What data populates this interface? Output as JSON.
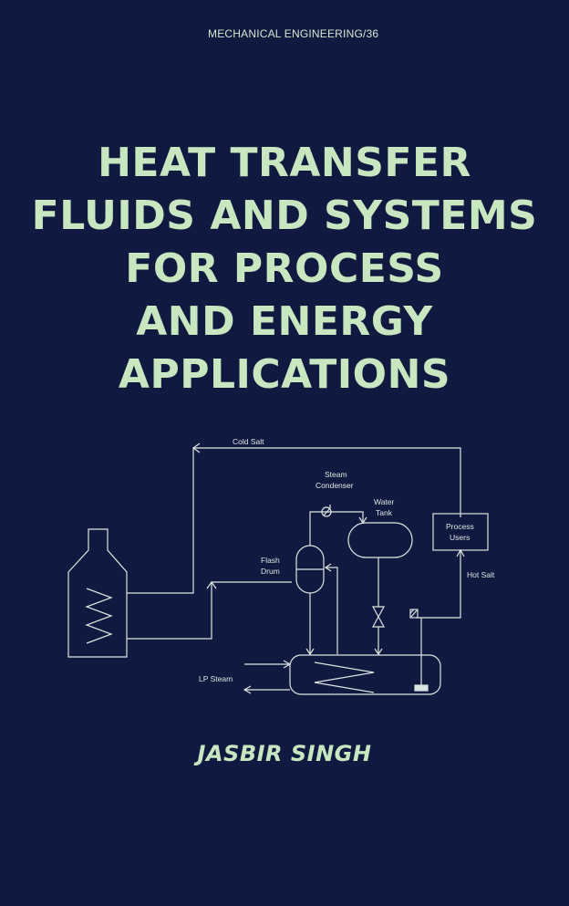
{
  "series": "MECHANICAL ENGINEERING/36",
  "title_lines": [
    "HEAT TRANSFER",
    "FLUIDS AND SYSTEMS",
    "FOR PROCESS",
    "AND ENERGY",
    "APPLICATIONS"
  ],
  "diagram": {
    "cold_salt": "Cold Salt",
    "steam": "Steam",
    "condenser": "Condenser",
    "water": "Water",
    "tank": "Tank",
    "process": "Process",
    "users": "Users",
    "flash": "Flash",
    "drum": "Drum",
    "hot_salt": "Hot Salt",
    "lp_steam": "LP Steam"
  },
  "author": "JASBIR SINGH",
  "colors": {
    "background": "#101a40",
    "title": "#c8e6c0",
    "line": "#dbe6e0"
  }
}
